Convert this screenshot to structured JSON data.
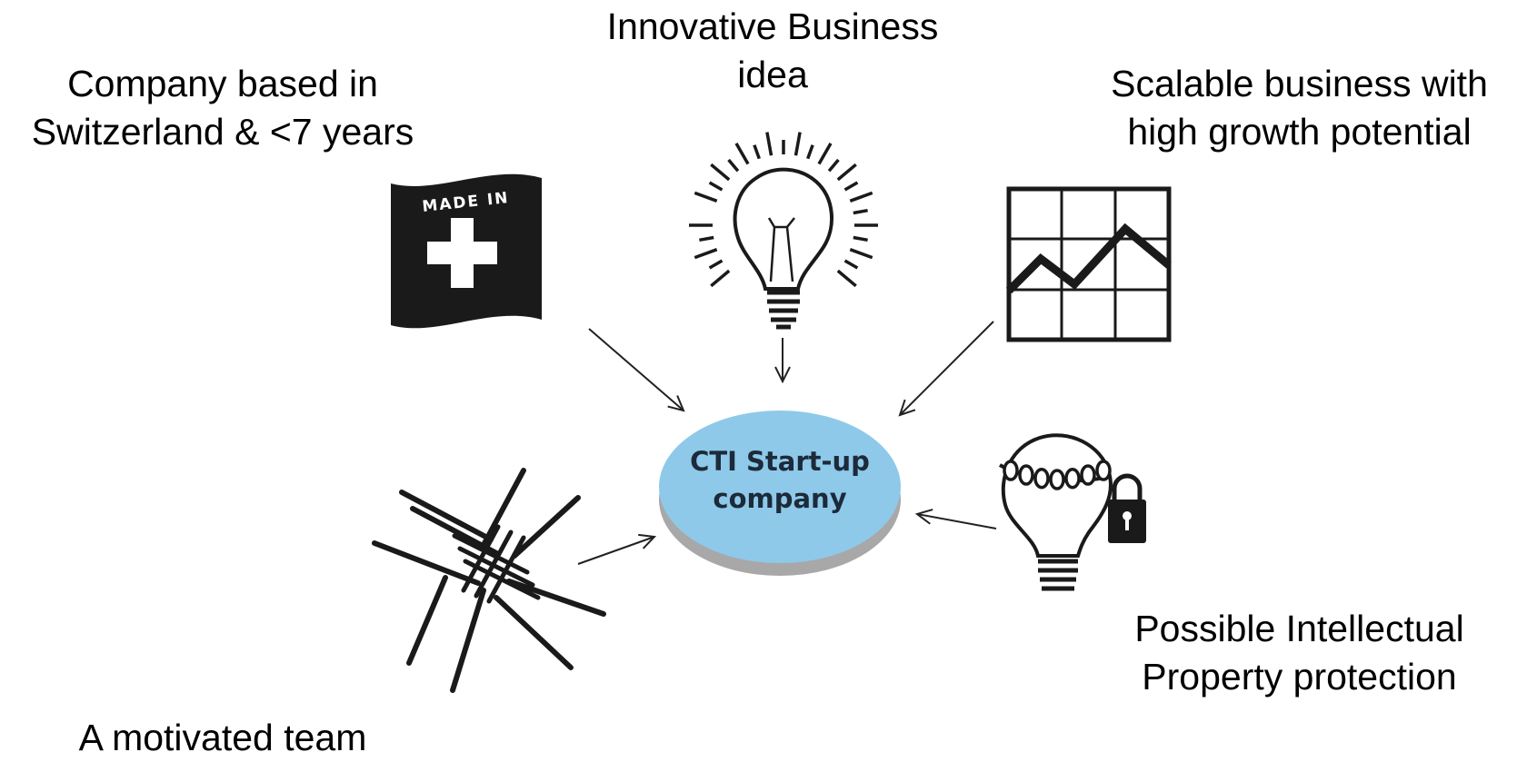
{
  "criteria": {
    "switzerland": {
      "line1": "Company based in",
      "line2": "Switzerland & <7 years",
      "icon": "swiss-flag-icon"
    },
    "idea": {
      "line1": "Innovative Business",
      "line2": "idea",
      "icon": "lightbulb-icon"
    },
    "scalable": {
      "line1": "Scalable business with",
      "line2": "high growth potential",
      "icon": "growth-chart-icon"
    },
    "ip": {
      "line1": "Possible Intellectual",
      "line2": "Property protection",
      "icon": "locked-bulb-icon"
    },
    "team": {
      "line1": "A motivated team",
      "icon": "joined-hands-icon"
    }
  },
  "center": {
    "line1": "CTI Start-up",
    "line2": "company",
    "fill": "#8ec9e9",
    "base": "#a8a8a8"
  },
  "flag": {
    "text": "MADE IN"
  },
  "colors": {
    "ink": "#1a1a1a",
    "arrow": "#222222"
  }
}
